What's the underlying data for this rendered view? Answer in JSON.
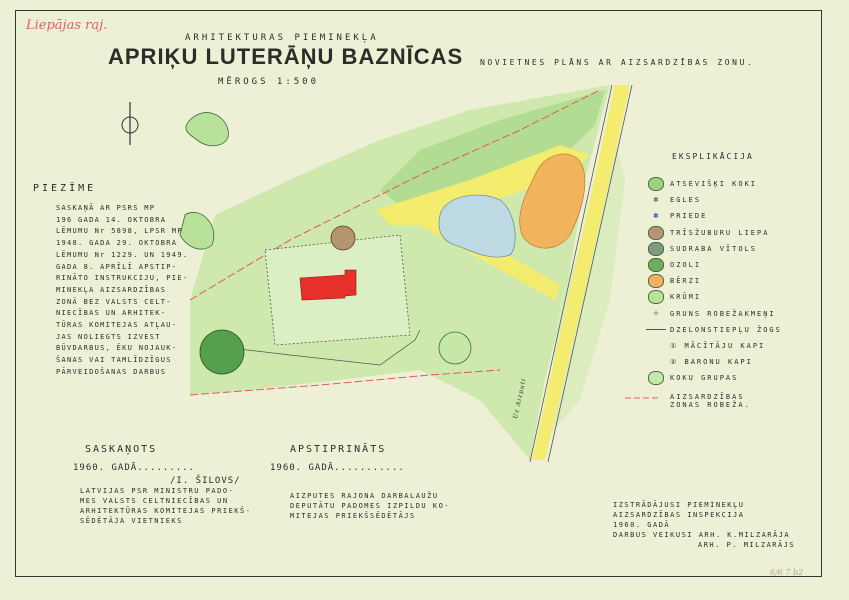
{
  "header": {
    "region": "Liepājas raj.",
    "supertitle": "ARHITEKTURAS PIEMINEKĻA",
    "title": "APRIĶU LUTERĀŅU BAZNĪCAS",
    "subtitle": "NOVIETNES PLĀNS AR AIZSARDZĪBAS ZONU.",
    "scale": "MĒROGS 1:500"
  },
  "note": {
    "heading": "PIEZĪME",
    "lines": [
      "SASKAŅĀ AR PSRS MP",
      "196 GADA 14. OKTOBRA",
      "LĒMUMU Nr 5898, LPSR MP",
      "1948. GADA 29. OKTOBRA",
      "LĒMUMU Nr 1229. UN 1949.",
      "GADA 8. APRĪLĪ APSTIP-",
      "RINĀTO INSTRUKCIJU, PIE-",
      "MINEKĻA AIZSARDZĪBAS",
      "ZONĀ BEZ VALSTS CELT-",
      "NIECĪBAS UN ARHITEK-",
      "TŪRAS KOMITEJAS ATĻAU-",
      "JAS NOLIEGTS IZVEST",
      "BŪVDARBUS, ĒKU NOJAUK-",
      "ŠANAS VAI TAMLĪDZĪGUS",
      "PĀRVEIDOŠANAS DARBUS"
    ]
  },
  "road_label": "Uz Aizputi",
  "legend": {
    "heading": "EKSPLIKĀCIJA",
    "items": [
      {
        "label": "ATSEVIŠĶI KOKI",
        "icon": "tree-icon",
        "color": "#9fd27f"
      },
      {
        "label": "EGLES",
        "icon": "spruce-icon",
        "color": "#4a8a3a"
      },
      {
        "label": "PRIEDE",
        "icon": "pine-icon",
        "color": "#3a5fb0"
      },
      {
        "label": "TRĪSŽUBURU LIEPA",
        "icon": "linden-icon",
        "color": "#b59470"
      },
      {
        "label": "SUDRABA VĪTOLS",
        "icon": "willow-icon",
        "color": "#7f9a80"
      },
      {
        "label": "OZOLI",
        "icon": "oak-icon",
        "color": "#6fae60"
      },
      {
        "label": "BĒRZI",
        "icon": "birch-icon",
        "color": "#f2b060"
      },
      {
        "label": "KRŪMI",
        "icon": "bush-icon",
        "color": "#b8e29a"
      },
      {
        "label": "GRUNS ROBEŽAKMEŅI",
        "icon": "boundary-stone-icon",
        "color": "#888"
      },
      {
        "label": "DZELONSTIEPĻU ŽOGS",
        "icon": "barbed-fence-icon",
        "color": "#555"
      },
      {
        "label": "① MĀCĪTĀJU KAPI",
        "icon": "",
        "color": ""
      },
      {
        "label": "② BARONU KAPI",
        "icon": "",
        "color": ""
      },
      {
        "label": "KOKU GRUPAS",
        "icon": "tree-group-icon",
        "color": "#c5e8a8"
      },
      {
        "label": "AIZSARDZĪBAS ZONAS ROBEŽA.",
        "icon": "zone-boundary-icon",
        "color": "#e06060"
      }
    ]
  },
  "approved_left": {
    "heading": "SASKAŅOTS",
    "date": "1960. GADĀ.........",
    "signature": "/I. ŠILOVS/",
    "lines": [
      "LATVIJAS PSR MINISTRU PADO-",
      "MES VALSTS CELTNIECĪBAS UN",
      "ARHITEKTŪRAS KOMITEJAS PRIEKŠ-",
      "SĒDĒTĀJA VIETNIEKS"
    ]
  },
  "approved_mid": {
    "heading": "APSTIPRINĀTS",
    "date": "1960. GADĀ...........",
    "lines": [
      "AIZPUTES RAJONA DARBALAUŽU",
      "DEPUTĀTU PADOMES IZPILDU KO-",
      "MITEJAS PRIEKŠSĒDĒTĀJS"
    ]
  },
  "author": {
    "lines": [
      "IZSTRĀDĀJUSI PIEMINEKĻU",
      "AIZSARDZĪBAS INSPEKCIJA",
      "1960. GADĀ",
      "DARBUS VEIKUSI ARH. K.MILZARĀJA",
      "ARH. P. MILZARĀJS"
    ]
  },
  "stamp": "6/6 7 b2"
}
